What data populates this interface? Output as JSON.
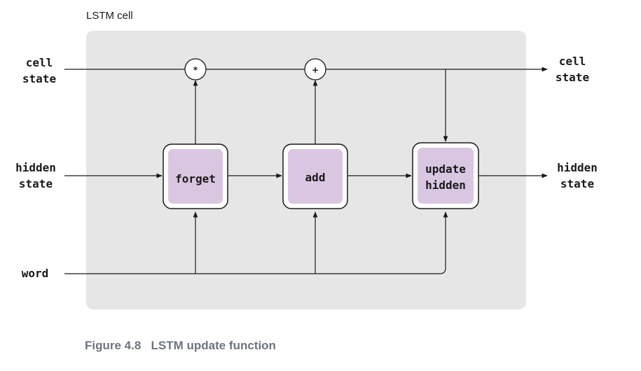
{
  "container_label": "LSTM cell",
  "inputs": {
    "cell_state": [
      "cell",
      "state"
    ],
    "hidden_state": [
      "hidden",
      "state"
    ],
    "word": "word"
  },
  "outputs": {
    "cell_state": [
      "cell",
      "state"
    ],
    "hidden_state": [
      "hidden",
      "state"
    ]
  },
  "gates": {
    "forget": [
      "forget"
    ],
    "add": [
      "add"
    ],
    "update": [
      "update",
      "hidden"
    ]
  },
  "operators": {
    "multiply": "*",
    "add": "+"
  },
  "caption": "Figure 4.8   LSTM update function",
  "colors": {
    "cell_background": "#e6e6e6",
    "gate_fill": "#d9c7e2",
    "line": "#1a1a1a",
    "caption": "#6d7480"
  }
}
